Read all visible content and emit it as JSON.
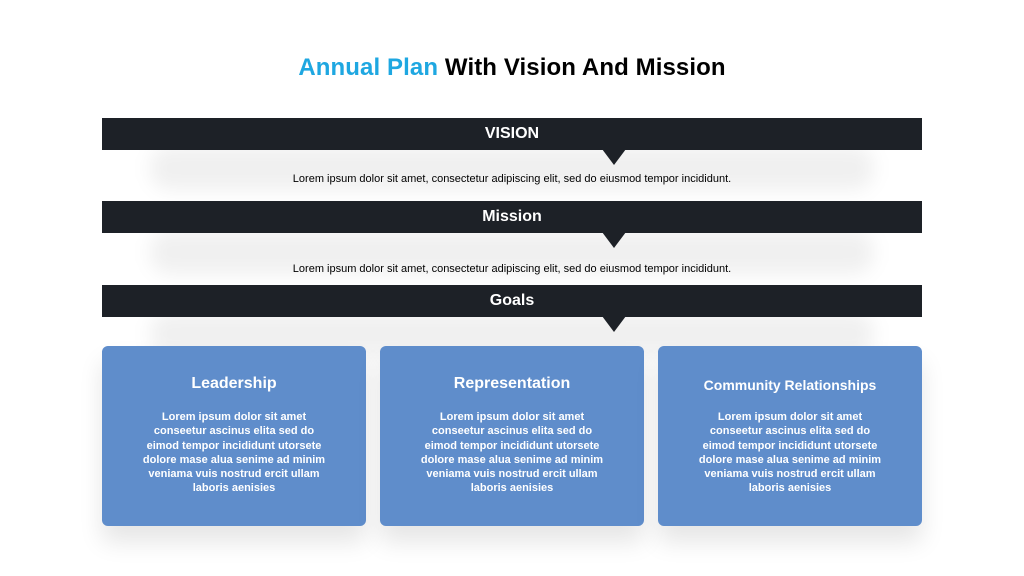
{
  "title": {
    "accent": "Annual Plan",
    "rest": "With Vision And Mission"
  },
  "sections": [
    {
      "label": "VISION",
      "text": "Lorem ipsum dolor sit amet, consectetur adipiscing elit, sed do eiusmod tempor incididunt."
    },
    {
      "label": "Mission",
      "text": "Lorem ipsum dolor sit amet, consectetur adipiscing elit, sed do eiusmod tempor incididunt."
    },
    {
      "label": "Goals"
    }
  ],
  "goals": [
    {
      "title": "Leadership",
      "text": "Lorem ipsum dolor sit amet conseetur ascinus elita sed do eimod tempor incididunt utorsete dolore mase alua senime ad minim veniama vuis nostrud ercit ullam laboris aenisies"
    },
    {
      "title": "Representation",
      "text": "Lorem ipsum dolor sit amet conseetur ascinus elita sed do eimod tempor incididunt utorsete dolore mase alua senime ad minim veniama vuis nostrud ercit ullam laboris aenisies"
    },
    {
      "title": "Community Relationships",
      "text": "Lorem ipsum dolor sit amet conseetur ascinus elita sed do eimod tempor incididunt utorsete dolore mase alua senime ad minim veniama vuis nostrud ercit ullam laboris aenisies"
    }
  ],
  "colors": {
    "accent": "#1ea7e1",
    "bar": "#1d2127",
    "card": "#5f8dcb"
  }
}
